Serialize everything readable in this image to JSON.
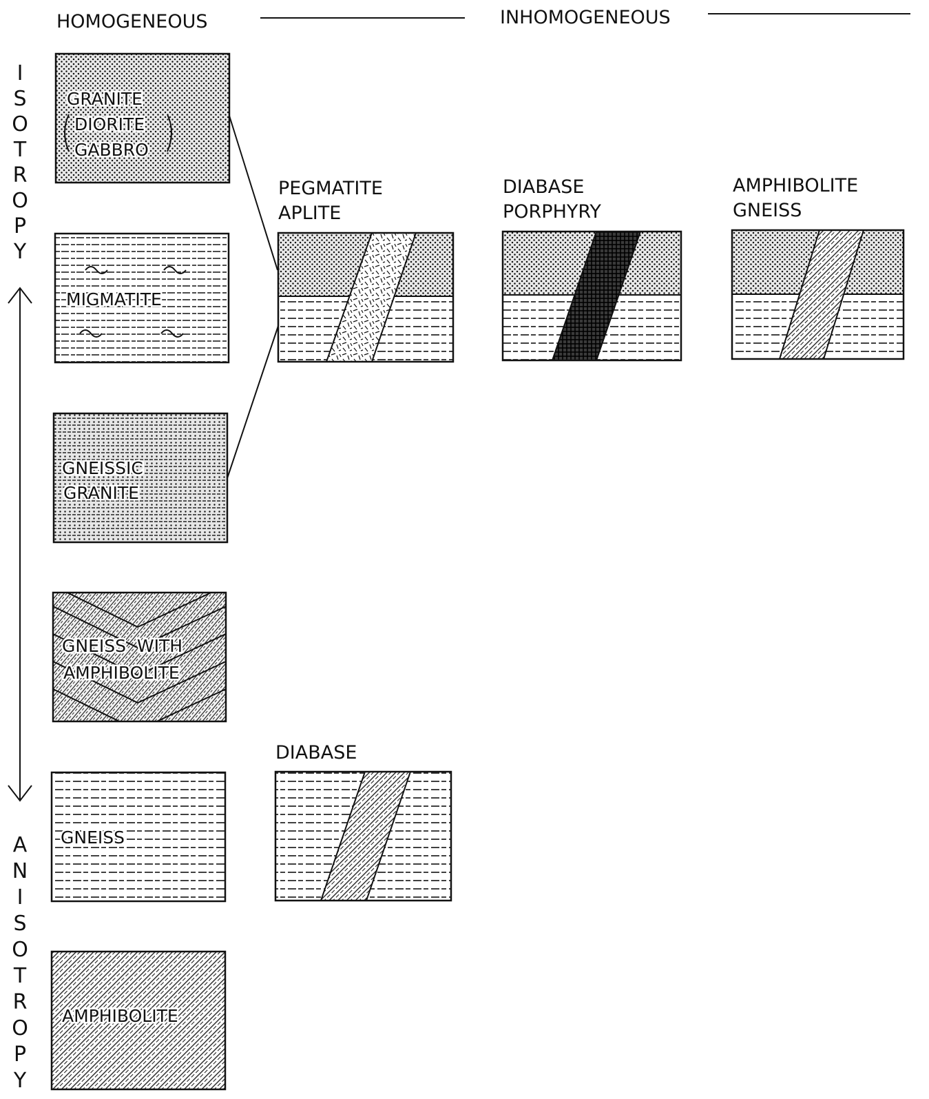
{
  "header": {
    "homogeneous": "HOMOGENEOUS",
    "inhomogeneous": "INHOMOGENEOUS"
  },
  "axis": {
    "top_letters": [
      "I",
      "S",
      "O",
      "T",
      "R",
      "O",
      "P",
      "Y"
    ],
    "bottom_letters": [
      "A",
      "N",
      "I",
      "S",
      "O",
      "T",
      "R",
      "O",
      "P",
      "Y"
    ]
  },
  "homogeneous": {
    "granite": {
      "lines": [
        "GRANITE",
        "DIORITE",
        "GABBRO"
      ]
    },
    "migmatite": {
      "label": "MIGMATITE"
    },
    "gneissic_granite": {
      "lines": [
        "GNEISSIC",
        "GRANITE"
      ]
    },
    "gneiss_with_amphibolite": {
      "lines": [
        "GNEISS  WITH",
        "AMPHIBOLITE"
      ]
    },
    "gneiss": {
      "label": "GNEISS"
    },
    "amphibolite": {
      "label": "AMPHIBOLITE"
    }
  },
  "inhomogeneous": {
    "pegmatite_aplite": {
      "lines": [
        "PEGMATITE",
        "APLITE"
      ]
    },
    "diabase_porphyry": {
      "lines": [
        "DIABASE",
        "PORPHYRY"
      ]
    },
    "amphibolite_gneiss": {
      "lines": [
        "AMPHIBOLITE",
        "GNEISS"
      ]
    },
    "diabase": {
      "label": "DIABASE"
    }
  }
}
